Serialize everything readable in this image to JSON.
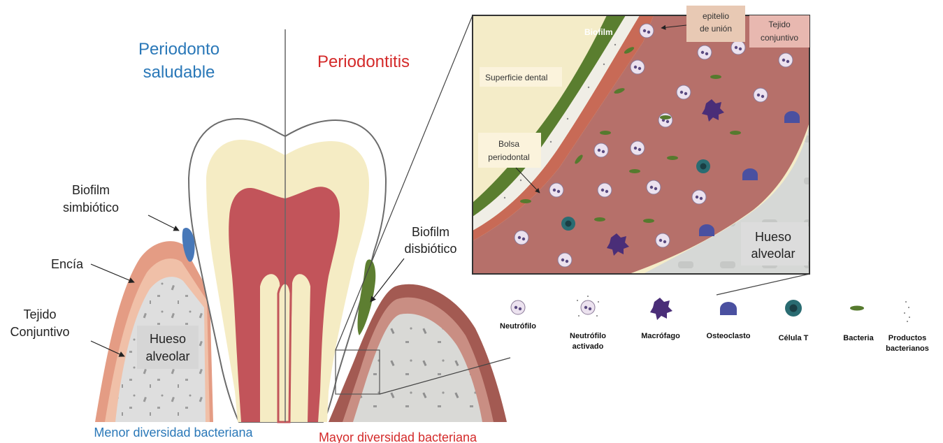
{
  "left": {
    "title_line1": "Periodonto",
    "title_line2": "saludable",
    "biofilm_line1": "Biofilm",
    "biofilm_line2": "simbiótico",
    "encia": "Encía",
    "tejido_line1": "Tejido",
    "tejido_line2": "Conjuntivo",
    "hueso_line1": "Hueso",
    "hueso_line2": "alveolar",
    "bottom": "Menor diversidad bacteriana"
  },
  "right": {
    "title": "Periodontitis",
    "biofilm_line1": "Biofilm",
    "biofilm_line2": "disbiótico",
    "bottom": "Mayor diversidad bacteriana"
  },
  "inset": {
    "biofilm": "Biofilm",
    "epitelio_line1": "epitelio",
    "epitelio_line2": "de unión",
    "tejido_line1": "Tejido",
    "tejido_line2": "conjuntivo",
    "superficie": "Superficie dental",
    "bolsa_line1": "Bolsa",
    "bolsa_line2": "periodontal",
    "hueso_line1": "Hueso",
    "hueso_line2": "alveolar"
  },
  "legend": [
    {
      "icon": "neutrophil-icon",
      "line1": "Neutrófilo",
      "line2": ""
    },
    {
      "icon": "activated-neutrophil-icon",
      "line1": "Neutrófilo",
      "line2": "activado"
    },
    {
      "icon": "macrophage-icon",
      "line1": "Macrófago",
      "line2": ""
    },
    {
      "icon": "osteoclast-icon",
      "line1": "Osteoclasto",
      "line2": ""
    },
    {
      "icon": "t-cell-icon",
      "line1": "Célula T",
      "line2": ""
    },
    {
      "icon": "bacteria-icon",
      "line1": "Bacteria",
      "line2": ""
    },
    {
      "icon": "bacterial-products-icon",
      "line1": "Productos",
      "line2": "bacterianos"
    }
  ],
  "colors": {
    "healthy_blue": "#2a78b8",
    "disease_red": "#d42a2a",
    "gum": "#e6a68c",
    "inflamed": "#a85e55",
    "biofilm_green": "#557a2c",
    "dentin": "#f5ecc4",
    "pulp": "#c2545a",
    "bone": "#dcdcdc"
  }
}
